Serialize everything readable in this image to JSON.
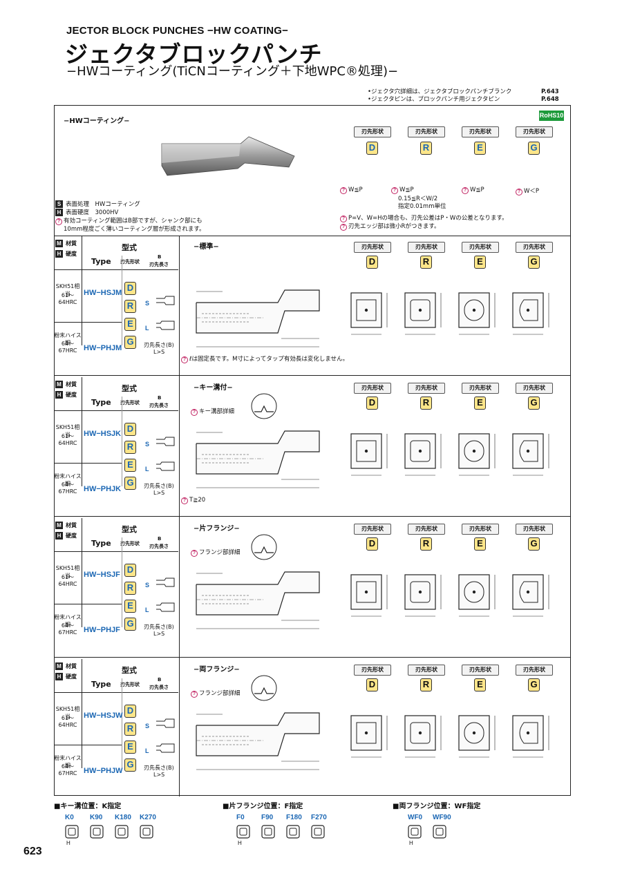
{
  "header": {
    "title_en": "JECTOR BLOCK PUNCHES −HW COATING−",
    "title_jp": "ジェクタブロックパンチ",
    "subtitle": "−HWコーティング(TiCNコーティング＋下地WPC®処理)−"
  },
  "refs": [
    {
      "text": "•ジェクタ穴詳細は、ジェクタブロックパンチブランク",
      "page": "P.643"
    },
    {
      "text": "•ジェクタピンは、ブロックパンチ用ジェクタピン",
      "page": "P.648"
    }
  ],
  "rohs": "RoHS10",
  "intro": {
    "title": "−HWコーティング−",
    "surface_label": "S",
    "surface_text": "表面処理　HWコーティング",
    "hardness_label": "H",
    "hardness_text": "表面硬度　3000HV",
    "note1": "有効コーティング範囲はB部ですが、シャンク部にも",
    "note2": "10mm程度ごく薄いコーティング層が形成されます。",
    "shape_header": "刃先形状",
    "shapes": [
      "D",
      "R",
      "E",
      "G"
    ],
    "conds": [
      "W≦P",
      "W≦P",
      "W≦P",
      "W＜P"
    ],
    "cond_r_extra1": "0.15≦R＜W/2",
    "cond_r_extra2": "指定0.01mm単位",
    "pw_note1": "P=V、W=Hの場合も、刃先公差はP・Wの公差となります。",
    "pw_note2": "刃先エッジ部は微小Rがつきます。"
  },
  "sections": [
    {
      "title": "−標準−",
      "types": [
        "HW−HSJM",
        "HW−PHJM"
      ],
      "detail": "",
      "footnote": "ℓは固定長です。M寸によってタップ有効長は変化しません。"
    },
    {
      "title": "−キー溝付−",
      "types": [
        "HW−HSJK",
        "HW−PHJK"
      ],
      "detail": "キー溝部詳細",
      "footnote": "T≧20"
    },
    {
      "title": "−片フランジ−",
      "types": [
        "HW−HSJF",
        "HW−PHJF"
      ],
      "detail": "フランジ部詳細",
      "footnote": ""
    },
    {
      "title": "−両フランジ−",
      "types": [
        "HW−HSJW",
        "HW−PHJW"
      ],
      "detail": "フランジ部詳細",
      "footnote": ""
    }
  ],
  "table_labels": {
    "material": "材質",
    "hardness": "硬度",
    "m": "M",
    "h": "H",
    "katashiki": "型式",
    "type": "Type",
    "shape": "刃先形状",
    "b": "B",
    "b_len": "刃先長さ",
    "mat1": "SKH51相当",
    "hard1": "61～64HRC",
    "mat2": "粉末ハイス鋼",
    "hard2": "64～67HRC",
    "s": "S",
    "l": "L",
    "bl1": "刃先長さ(B)",
    "bl2": "L>S"
  },
  "footer": {
    "k_title": "キー溝位置：K指定",
    "k_labels": [
      "K0",
      "K90",
      "K180",
      "K270"
    ],
    "f_title": "片フランジ位置：F指定",
    "f_labels": [
      "F0",
      "F90",
      "F180",
      "F270"
    ],
    "wf_title": "両フランジ位置：WF指定",
    "wf_labels": [
      "WF0",
      "WF90"
    ],
    "h": "H"
  },
  "page_number": "623",
  "colors": {
    "accent_blue": "#1a66b3",
    "chip_yellow": "#fde68a",
    "rohs_green": "#1c9a3a"
  }
}
